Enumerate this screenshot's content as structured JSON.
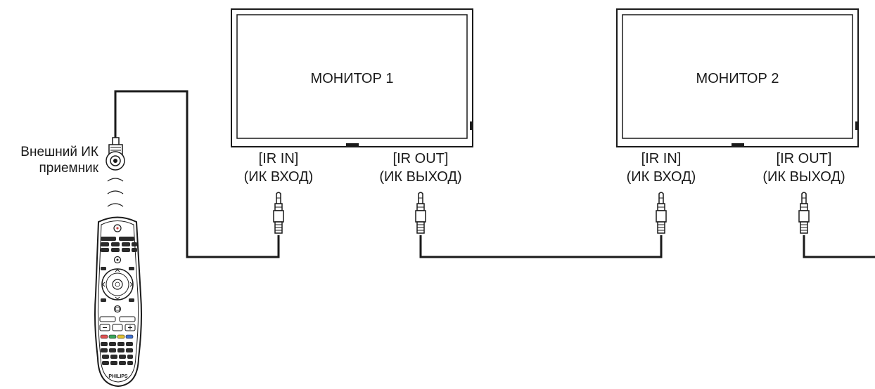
{
  "receiver": {
    "label_line1": "Внешний ИК",
    "label_line2": "приемник"
  },
  "remote": {
    "brand": "PHILIPS"
  },
  "monitors": [
    {
      "title": "МОНИТОР 1",
      "ir_in": "[IR IN]",
      "ir_in_ru": "(ИК ВХОД)",
      "ir_out": "[IR OUT]",
      "ir_out_ru": "(ИК ВЫХОД)"
    },
    {
      "title": "МОНИТОР 2",
      "ir_in": "[IR IN]",
      "ir_in_ru": "(ИК ВХОД)",
      "ir_out": "[IR OUT]",
      "ir_out_ru": "(ИК ВЫХОД)"
    }
  ],
  "colors": {
    "line": "#1a1a1a",
    "remote_red": "#e05252",
    "remote_green": "#3aa65a",
    "remote_yellow": "#e0c030",
    "remote_blue": "#3f6fd0"
  }
}
